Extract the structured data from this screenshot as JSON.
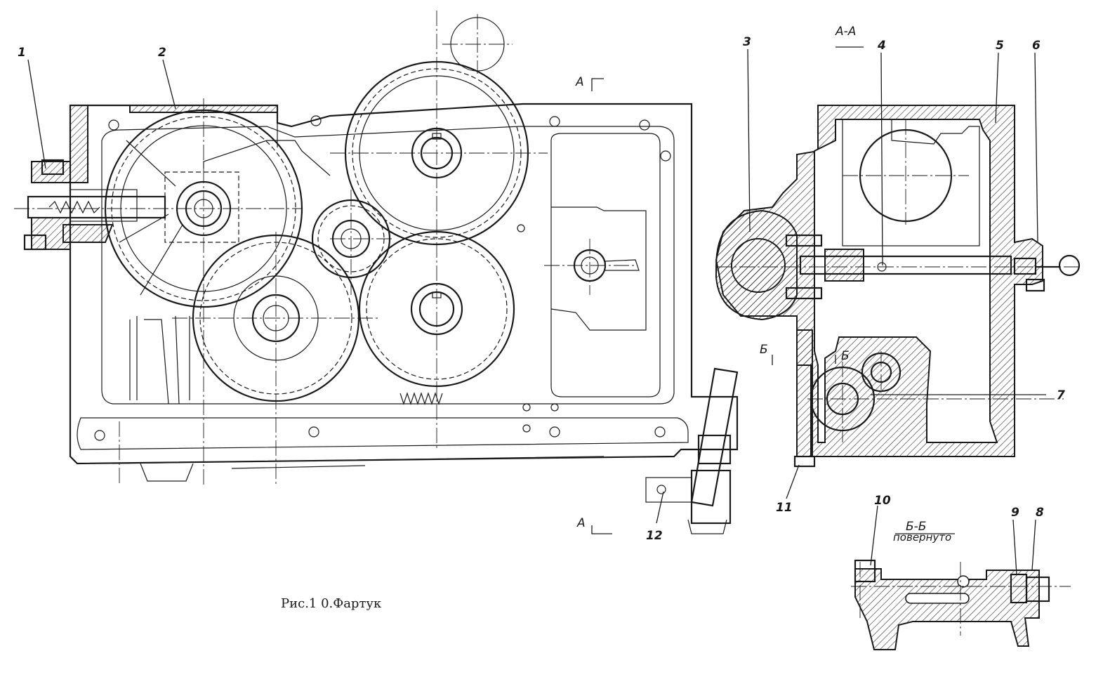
{
  "caption": "Рис.1 0.Фартук",
  "section_titles": {
    "aa": "А-А",
    "bb": "Б-Б",
    "bb_note": "повернуто"
  },
  "cut_markers": {
    "a_top": "А",
    "a_bottom": "А",
    "b_left": "Б",
    "b_right": "Б"
  },
  "callouts": [
    "1",
    "2",
    "3",
    "4",
    "5",
    "6",
    "7",
    "8",
    "9",
    "10",
    "11",
    "12"
  ]
}
